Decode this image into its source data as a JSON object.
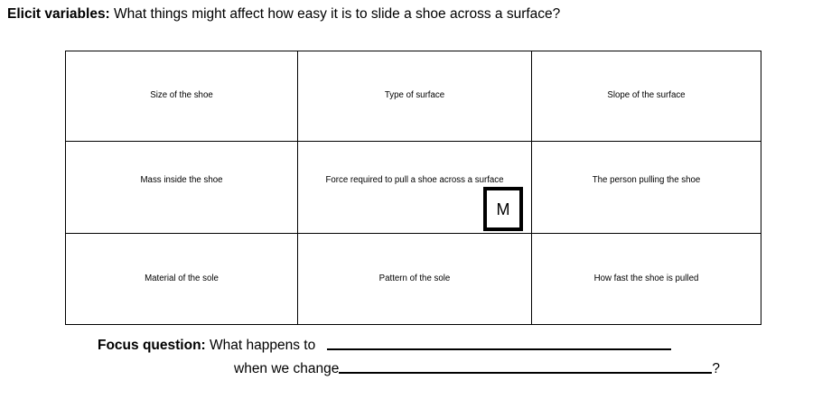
{
  "page": {
    "background_color": "#ffffff",
    "text_color": "#000000"
  },
  "header": {
    "label": "Elicit variables:",
    "question": " What things might affect how easy it is to slide a shoe across a surface?"
  },
  "variables_table": {
    "rows": [
      [
        {
          "text": "Size of the shoe"
        },
        {
          "text": "Type of surface"
        },
        {
          "text": "Slope of the surface"
        }
      ],
      [
        {
          "text": "Mass inside the shoe"
        },
        {
          "text": "Force required to pull a shoe across a surface",
          "marker": "M"
        },
        {
          "text": "The person pulling the shoe"
        }
      ],
      [
        {
          "text": "Material of the sole"
        },
        {
          "text": "Pattern of the sole"
        },
        {
          "text": "How fast the shoe is pulled"
        }
      ]
    ]
  },
  "focus_question": {
    "label": "Focus question:",
    "line1_text": " What happens to ",
    "line2_text": "when we change",
    "question_mark": "?"
  }
}
